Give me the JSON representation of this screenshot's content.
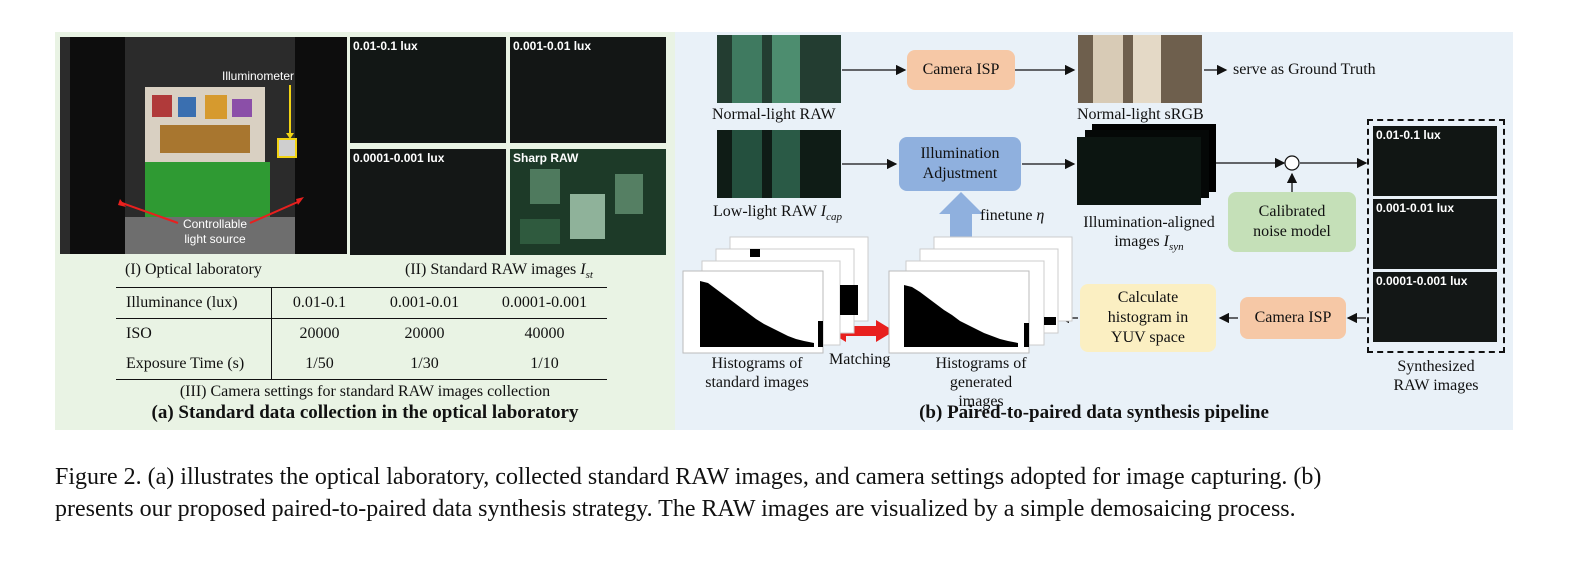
{
  "panel_a": {
    "lab_labels": {
      "illuminometer": "Illuminometer",
      "light_source_line1": "Controllable",
      "light_source_line2": "light source"
    },
    "raw_images": [
      {
        "label": "0.01-0.1 lux"
      },
      {
        "label": "0.001-0.01 lux"
      },
      {
        "label": "0.0001-0.001 lux"
      },
      {
        "label": "Sharp RAW"
      }
    ],
    "caption_lab": "(I) Optical laboratory",
    "caption_raw": "(II) Standard RAW images",
    "caption_raw_math": "I",
    "caption_raw_sub": "st",
    "table": {
      "rows": [
        {
          "label": "Illuminance (lux)",
          "values": [
            "0.01-0.1",
            "0.001-0.01",
            "0.0001-0.001"
          ]
        },
        {
          "label": "ISO",
          "values": [
            "20000",
            "20000",
            "40000"
          ]
        },
        {
          "label": "Exposure Time (s)",
          "values": [
            "1/50",
            "1/30",
            "1/10"
          ]
        }
      ]
    },
    "caption_settings": "(III) Camera settings for standard RAW images collection",
    "title": "(a) Standard data collection in the optical laboratory"
  },
  "panel_b": {
    "normal_raw": "Normal-light RAW",
    "camera_isp_top": "Camera ISP",
    "normal_srgb": "Normal-light sRGB",
    "ground_truth": "serve as Ground Truth",
    "lowlight_raw": "Low-light RAW",
    "lowlight_math": "I",
    "lowlight_sub": "cap",
    "illum_adjust_1": "Illumination",
    "illum_adjust_2": "Adjustment",
    "finetune": "finetune",
    "finetune_math": "η",
    "illum_aligned_1": "Illumination-aligned",
    "illum_aligned_2": "images",
    "illum_aligned_math": "I",
    "illum_aligned_sub": "syn",
    "noise_1": "Calibrated",
    "noise_2": "noise model",
    "synth_images": [
      {
        "label": "0.01-0.1 lux"
      },
      {
        "label": "0.001-0.01 lux"
      },
      {
        "label": "0.0001-0.001 lux"
      }
    ],
    "synth_caption_1": "Synthesized",
    "synth_caption_2": "RAW images",
    "camera_isp_bottom": "Camera ISP",
    "calc_hist_1": "Calculate",
    "calc_hist_2": "histogram in",
    "calc_hist_3": "YUV space",
    "hist_gen_1": "Histograms of",
    "hist_gen_2": "generated images",
    "matching": "Matching",
    "hist_std_1": "Histograms of",
    "hist_std_2": "standard images",
    "title": "(b) Paired-to-paired data synthesis pipeline",
    "plus_symbol": "+"
  },
  "figure_caption": {
    "line1": "Figure 2.  (a) illustrates the optical laboratory, collected standard RAW images, and camera settings adopted for image capturing.  (b)",
    "line2": "presents our proposed paired-to-paired data synthesis strategy. The RAW images are visualized by a simple demosaicing process."
  },
  "colors": {
    "panel_a_bg": "#e9f3e4",
    "panel_b_bg": "#e9f1f8",
    "camera_isp": "#f6c8a6",
    "illum_adjust": "#8fb0de",
    "noise_model": "#c5e0b8",
    "calc_hist": "#fbefc2",
    "matching_arrow": "#e8201e",
    "illuminometer_box": "#f2d313"
  }
}
